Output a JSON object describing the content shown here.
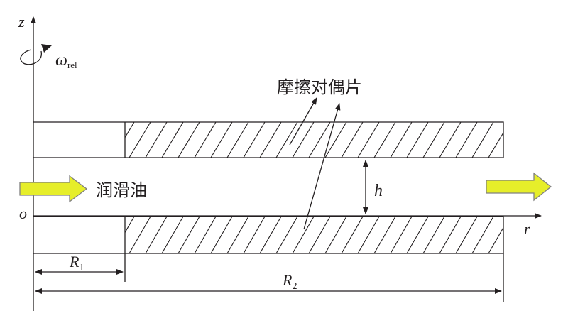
{
  "axes": {
    "z_label": "z",
    "r_label": "r",
    "origin_label": "o"
  },
  "rotation": {
    "symbol": "ω",
    "subscript": "rel"
  },
  "friction_pair": {
    "label": "摩擦对偶片"
  },
  "lubricant": {
    "label": "润滑油",
    "arrow_color": "#e6ee2a",
    "arrow_stroke": "#808080"
  },
  "gap": {
    "label": "h"
  },
  "dimensions": {
    "r1_base": "R",
    "r1_sub": "1",
    "r2_base": "R",
    "r2_sub": "2"
  },
  "colors": {
    "line": "#231f20",
    "background": "#ffffff"
  }
}
